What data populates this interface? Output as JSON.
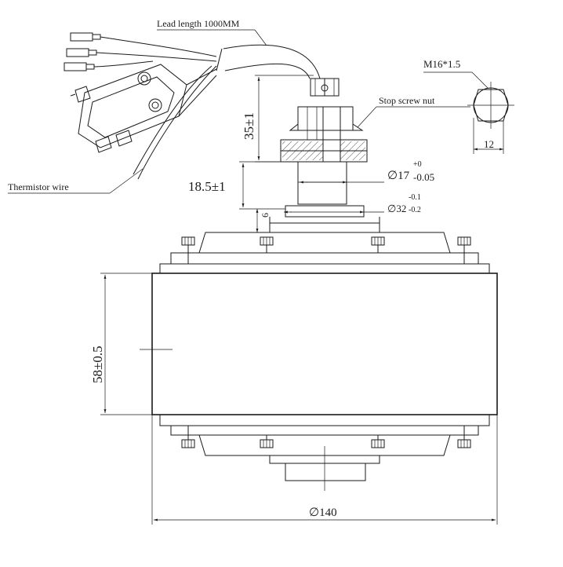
{
  "labels": {
    "lead_length": "Lead length 1000MM",
    "thread_spec": "M16*1.5",
    "stop_screw_nut": "Stop screw nut",
    "thermistor_wire": "Thermistor wire",
    "hex_width": "12",
    "dim_35": "35±1",
    "dim_18_5": "18.5±1",
    "dim_6": "6",
    "dim_17": "∅17",
    "dim_17_tol_upper": "+0",
    "dim_17_tol_lower": "-0.05",
    "dim_32": "∅32",
    "dim_32_tol_upper": "-0.1",
    "dim_32_tol_lower": "-0.2",
    "dim_58": "58±0.5",
    "dim_140": "∅140"
  }
}
